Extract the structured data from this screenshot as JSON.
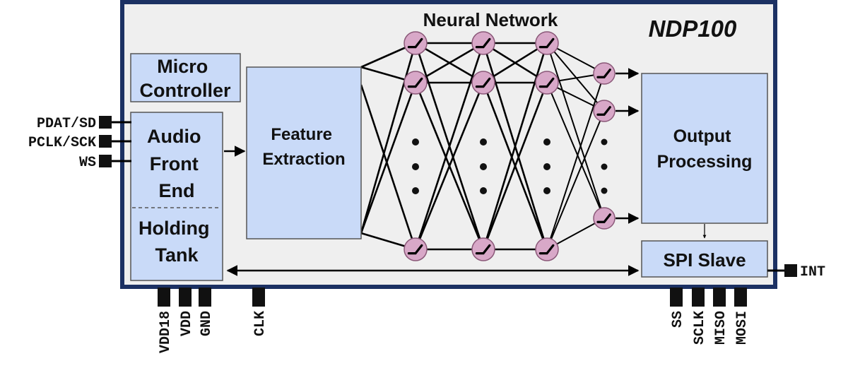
{
  "chip": {
    "name": "NDP100",
    "nn_title": "Neural Network"
  },
  "blocks": {
    "micro": [
      "Micro",
      "Controller"
    ],
    "afe": [
      "Audio",
      "Front",
      "End"
    ],
    "holding": [
      "Holding",
      "Tank"
    ],
    "feature": [
      "Feature",
      "Extraction"
    ],
    "output": [
      "Output",
      "Processing"
    ],
    "spi": "SPI Slave"
  },
  "pins": {
    "left": [
      "PDAT/SD",
      "PCLK/SCK",
      "WS"
    ],
    "right": [
      "INT"
    ],
    "bottom_left": [
      "VDD18",
      "VDD",
      "GND",
      "CLK"
    ],
    "bottom_right": [
      "SS",
      "SCLK",
      "MISO",
      "MOSI"
    ]
  },
  "colors": {
    "chip_border": "#1c3163",
    "chip_fill": "#efefef",
    "block_fill": "#c9daf8",
    "neuron_fill": "#d8a8c8"
  }
}
